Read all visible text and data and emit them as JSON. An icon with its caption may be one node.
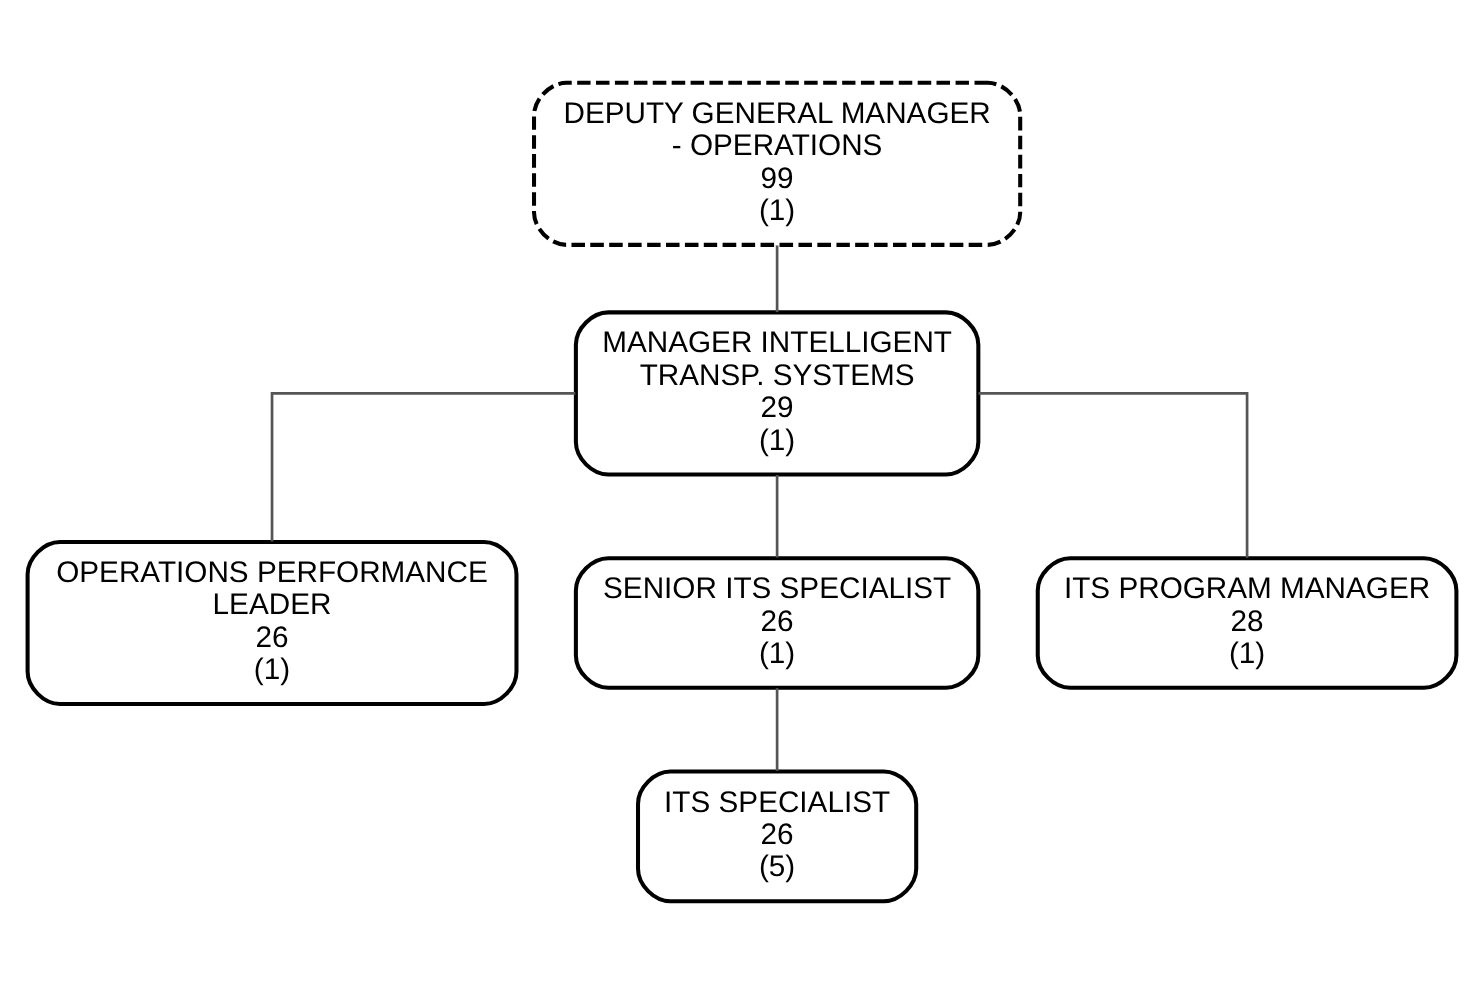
{
  "diagram": {
    "nodes": [
      {
        "text": [
          "DEPUTY GENERAL MANAGER - OPERATIONS",
          "99",
          "(1)"
        ]
      },
      {
        "text": [
          "MANAGER INTELLIGENT TRANSP. SYSTEMS",
          "29",
          "(1)"
        ]
      },
      {
        "text": [
          "OPERATIONS PERFORMANCE LEADER",
          "26",
          "(1)"
        ]
      },
      {
        "text": [
          "SENIOR ITS SPECIALIST",
          "26",
          "(1)"
        ]
      },
      {
        "text": [
          "ITS PROGRAM MANAGER",
          "28",
          "(1)"
        ]
      },
      {
        "text": [
          "ITS SPECIALIST",
          "26",
          "(5)"
        ]
      }
    ],
    "edges": [
      {
        "from": 0,
        "to": 1,
        "arrow": "none"
      },
      {
        "from": 1,
        "to": 2,
        "arrow": "none"
      },
      {
        "from": 1,
        "to": 3,
        "arrow": "none"
      },
      {
        "from": 1,
        "to": 4,
        "arrow": "none"
      },
      {
        "from": 3,
        "to": 5,
        "arrow": "none"
      }
    ]
  }
}
